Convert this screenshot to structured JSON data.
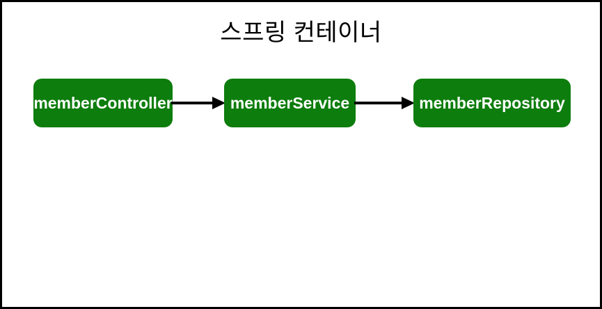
{
  "diagram": {
    "title": "스프링 컨테이너",
    "nodes": [
      {
        "id": "memberController",
        "label": "memberController"
      },
      {
        "id": "memberService",
        "label": "memberService"
      },
      {
        "id": "memberRepository",
        "label": "memberRepository"
      }
    ],
    "edges": [
      {
        "from": "memberController",
        "to": "memberService",
        "style": "arrow-right"
      },
      {
        "from": "memberService",
        "to": "memberRepository",
        "style": "arrow-right"
      }
    ],
    "colors": {
      "node_fill": "#0d7d0d",
      "node_text": "#ffffff",
      "arrow": "#000000",
      "canvas_border": "#000000",
      "background": "#ffffff"
    }
  }
}
